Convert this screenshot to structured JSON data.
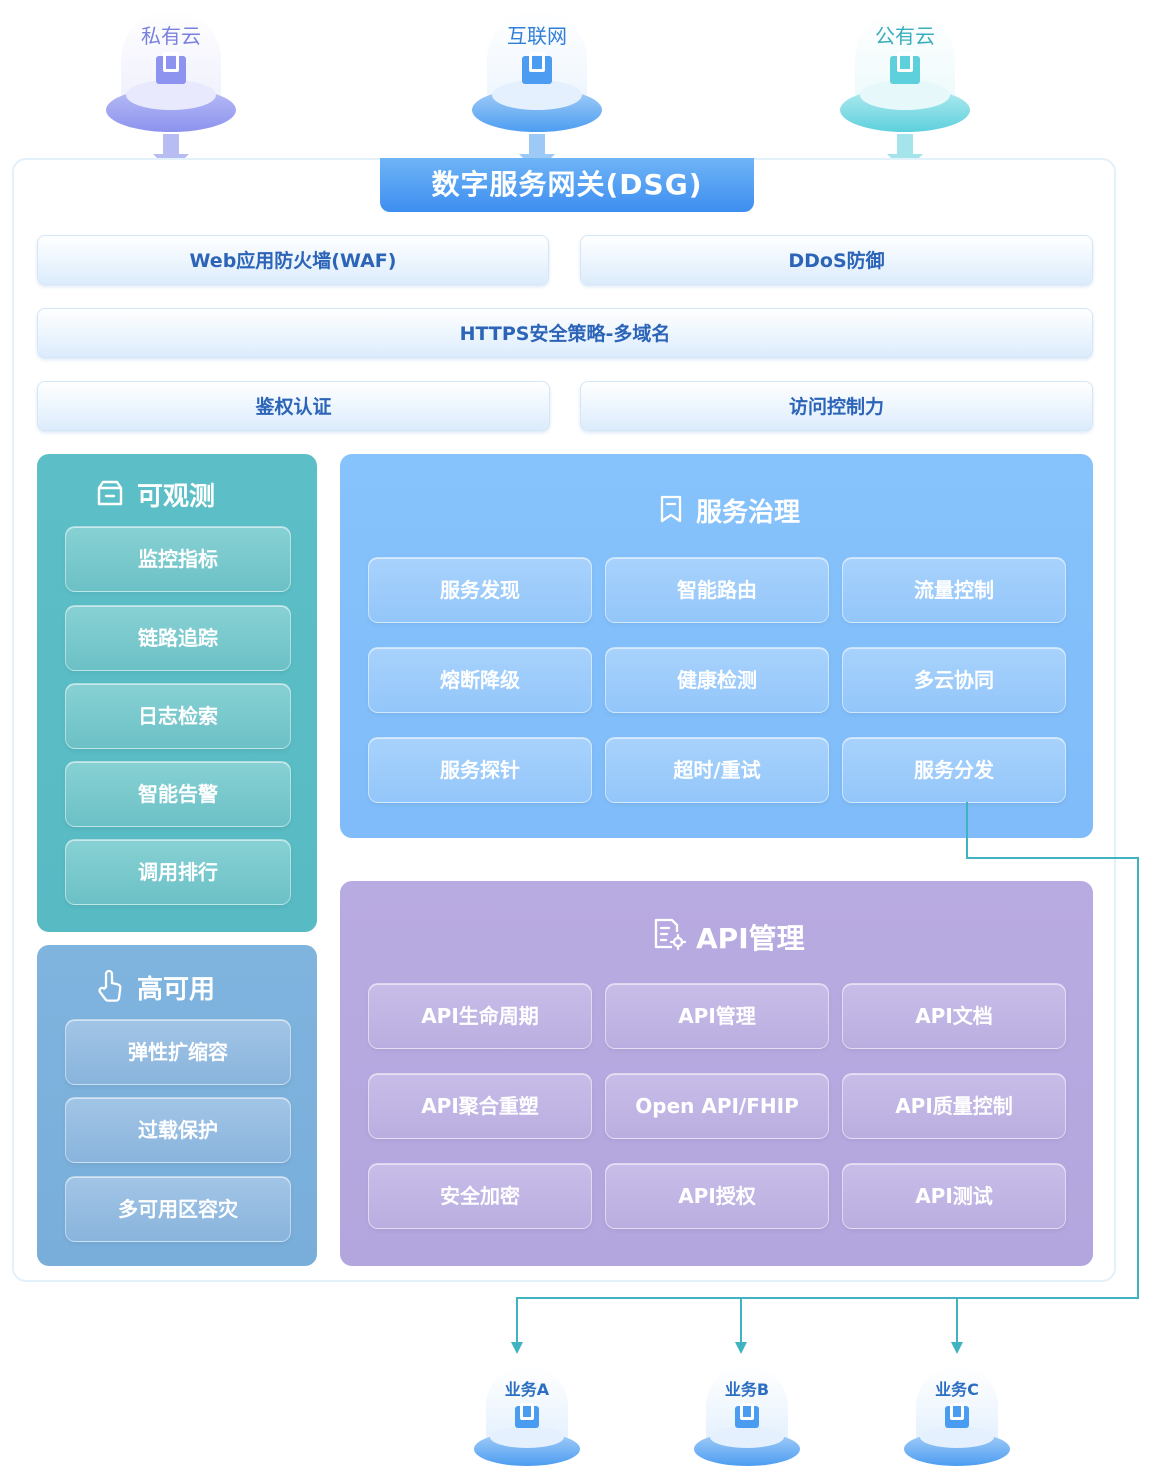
{
  "sources": [
    {
      "label": "私有云",
      "color": "#8d93ee"
    },
    {
      "label": "互联网",
      "color": "#4c9df1"
    },
    {
      "label": "公有云",
      "color": "#5dd0dc"
    }
  ],
  "title": "数字服务网关(DSG)",
  "bands": {
    "waf": "Web应用防火墙(WAF)",
    "ddos": "DDoS防御",
    "https": "HTTPS安全策略-多域名",
    "auth": "鉴权认证",
    "access": "访问控制力"
  },
  "observability": {
    "title": "可观测",
    "icon": "box-icon",
    "items": [
      "监控指标",
      "链路追踪",
      "日志检索",
      "智能告警",
      "调用排行"
    ]
  },
  "high_availability": {
    "title": "高可用",
    "icon": "pointer-hand-icon",
    "items": [
      "弹性扩缩容",
      "过载保护",
      "多可用区容灾"
    ]
  },
  "service_governance": {
    "title": "服务治理",
    "icon": "bookmark-icon",
    "items": [
      "服务发现",
      "智能路由",
      "流量控制",
      "熔断降级",
      "健康检测",
      "多云协同",
      "服务探针",
      "超时/重试",
      "服务分发"
    ]
  },
  "api_management": {
    "title": "API管理",
    "icon": "doc-gear-icon",
    "items": [
      "API生命周期",
      "API管理",
      "API文档",
      "API聚合重塑",
      "Open API/FHIP",
      "API质量控制",
      "安全加密",
      "API授权",
      "API测试"
    ]
  },
  "targets": [
    "业务A",
    "业务B",
    "业务C"
  ],
  "colors": {
    "green_panel": "#5bbec6",
    "steel_panel": "#7cb1dc",
    "blue_panel": "#82bffa",
    "purple_panel": "#b4a8df",
    "connector": "#3fb3c0"
  }
}
